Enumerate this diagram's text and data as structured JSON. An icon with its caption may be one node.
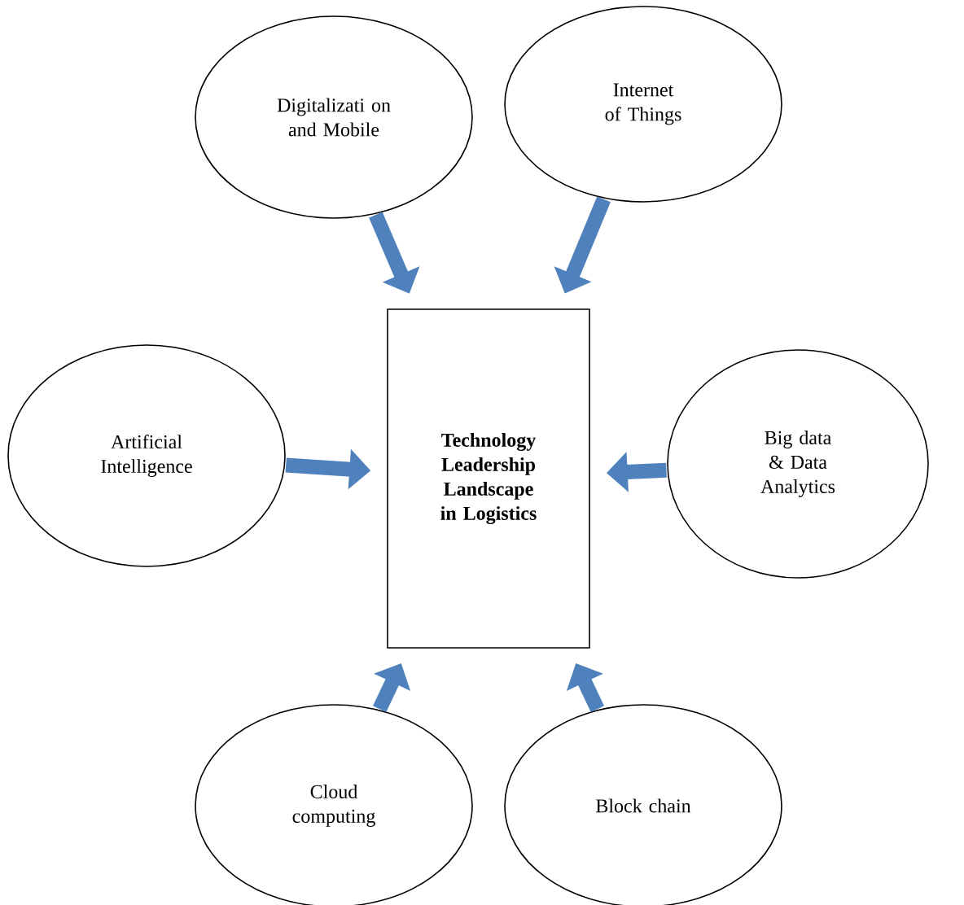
{
  "diagram": {
    "nodes": [
      {
        "text": [
          "Digitalizati on and Mobile"
        ]
      },
      {
        "text": [
          "Internet of Things"
        ]
      },
      {
        "text": [
          "Artificial Intelligence"
        ]
      },
      {
        "text": [
          "Technology Leadership Landscape in Logistics"
        ]
      },
      {
        "text": [
          "Big data & Data Analytics"
        ]
      },
      {
        "text": [
          "Cloud computing"
        ]
      },
      {
        "text": [
          "Block chain"
        ]
      }
    ],
    "edges": [
      {
        "from": 0,
        "to": 3,
        "arrow": "to"
      },
      {
        "from": 1,
        "to": 3,
        "arrow": "to"
      },
      {
        "from": 2,
        "to": 3,
        "arrow": "to"
      },
      {
        "from": 4,
        "to": 3,
        "arrow": "to"
      },
      {
        "from": 5,
        "to": 3,
        "arrow": "to"
      },
      {
        "from": 6,
        "to": 3,
        "arrow": "to"
      }
    ]
  }
}
